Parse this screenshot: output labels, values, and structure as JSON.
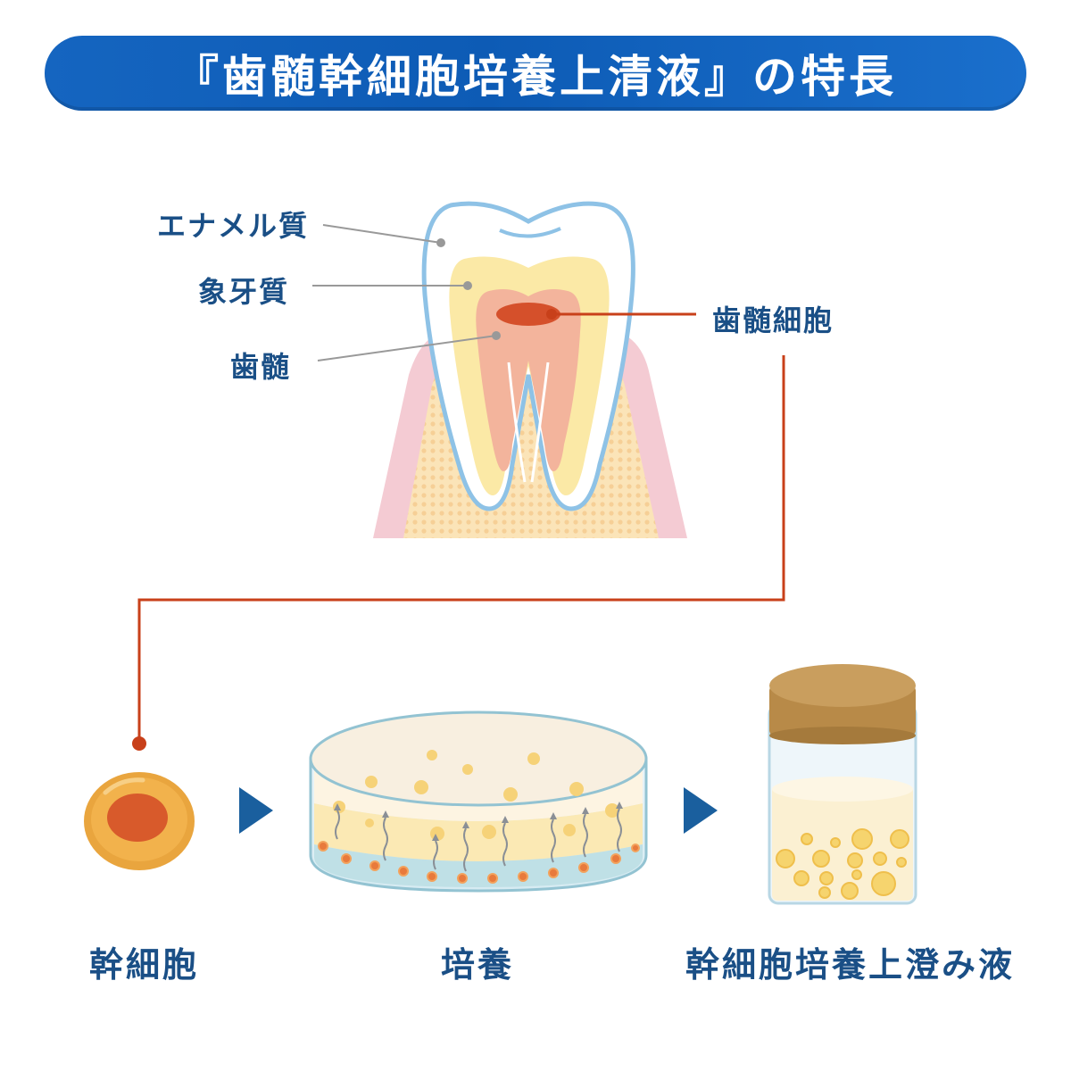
{
  "title": "『歯髄幹細胞培養上清液』の特長",
  "tooth_labels": {
    "enamel": "エナメル質",
    "dentin": "象牙質",
    "pulp": "歯髄",
    "pulp_cell": "歯髄細胞"
  },
  "process_steps": [
    {
      "label": "幹細胞"
    },
    {
      "label": "培養"
    },
    {
      "label": "幹細胞培養上澄み液"
    }
  ],
  "colors": {
    "banner": "#1565c0",
    "label_text": "#1a4f86",
    "accent_red": "#c8401a",
    "arrow": "#1a5f9e",
    "gum_pink": "#f4cbd3",
    "enamel_blue": "#8ec2e6",
    "dentin_yellow": "#fbe9a6",
    "pulp_peach": "#f3b49c",
    "jar_lid": "#b88a48"
  }
}
